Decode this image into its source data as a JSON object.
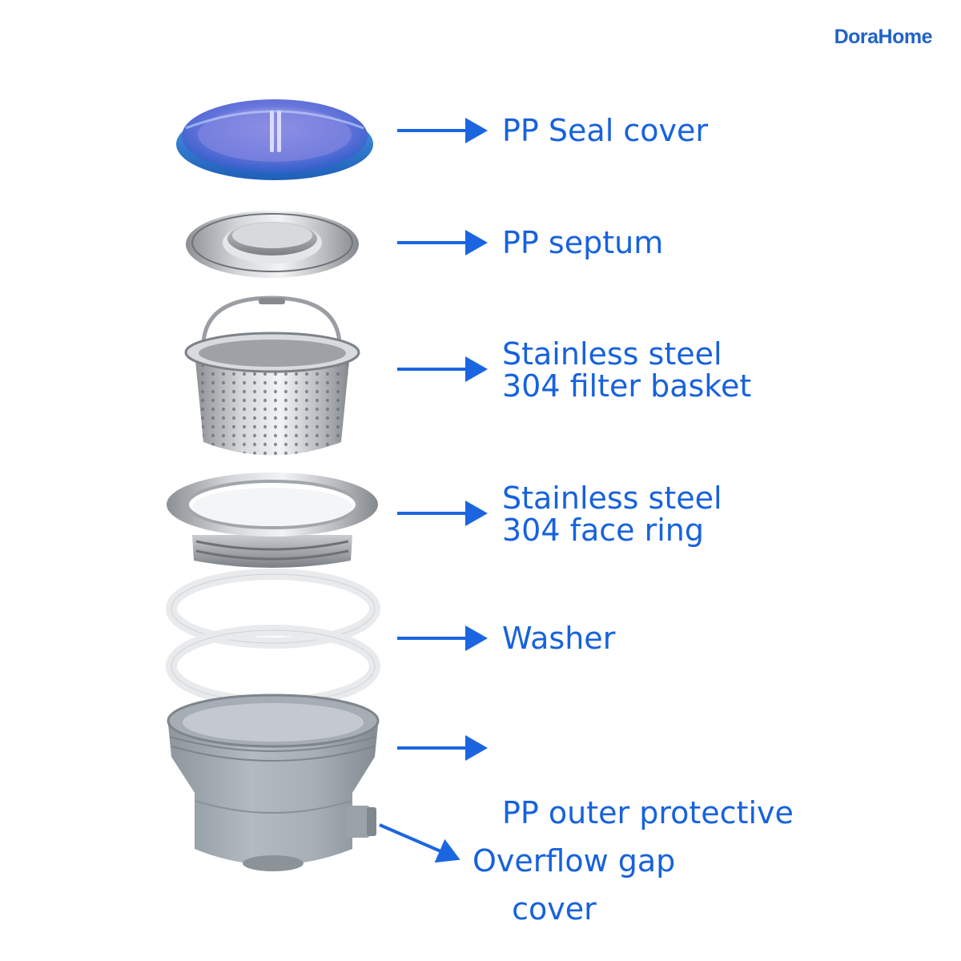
{
  "brand": "DoraHome",
  "colors": {
    "label": "#1762dd",
    "arrow": "#1b66e0",
    "brand": "#1f63c8"
  },
  "components": [
    {
      "id": "seal-cover",
      "lines": [
        "PP Seal cover"
      ]
    },
    {
      "id": "septum",
      "lines": [
        "PP septum"
      ]
    },
    {
      "id": "filter-basket",
      "lines": [
        "Stainless steel",
        "304 filter basket"
      ]
    },
    {
      "id": "face-ring",
      "lines": [
        "Stainless steel",
        "304 face ring"
      ]
    },
    {
      "id": "washer",
      "lines": [
        "Washer"
      ]
    },
    {
      "id": "outer-cover",
      "lines": [
        "PP outer protective",
        " cover"
      ]
    },
    {
      "id": "overflow-gap",
      "lines": [
        "Overflow gap"
      ]
    }
  ]
}
